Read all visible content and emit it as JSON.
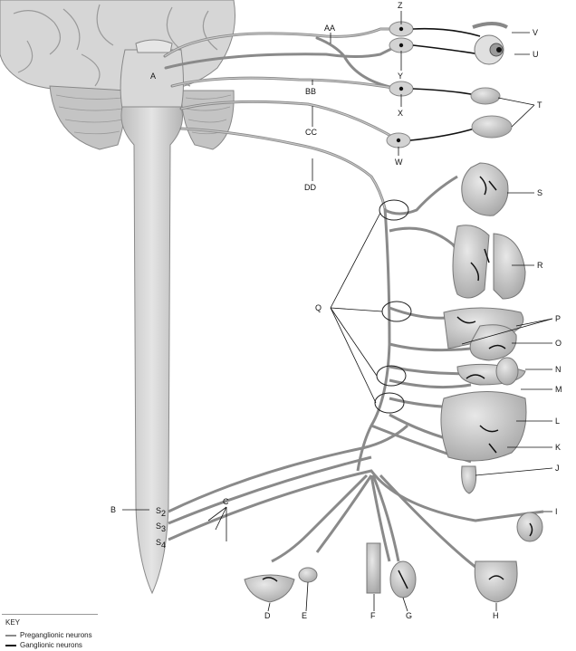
{
  "labels": {
    "A": "A",
    "B": "B",
    "C": "C",
    "D": "D",
    "E": "E",
    "F": "F",
    "G": "G",
    "H": "H",
    "I": "I",
    "J": "J",
    "K": "K",
    "L": "L",
    "M": "M",
    "N": "N",
    "O": "O",
    "P": "P",
    "Q": "Q",
    "R": "R",
    "S": "S",
    "T": "T",
    "U": "U",
    "V": "V",
    "W": "W",
    "X": "X",
    "Y": "Y",
    "Z": "Z",
    "AA": "AA",
    "BB": "BB",
    "CC": "CC",
    "DD": "DD"
  },
  "spinal_segments": {
    "s2": "S",
    "s2_sub": "2",
    "s3": "S",
    "s3_sub": "3",
    "s4": "S",
    "s4_sub": "4"
  },
  "key": {
    "title": "KEY",
    "preganglionic": "Preganglionic neurons",
    "ganglionic": "Ganglionic neurons"
  },
  "colors": {
    "preganglionic": "#8a8a8a",
    "ganglionic": "#111111",
    "tissue": "#cfcfcf",
    "tissue_dark": "#a9a9a9"
  }
}
